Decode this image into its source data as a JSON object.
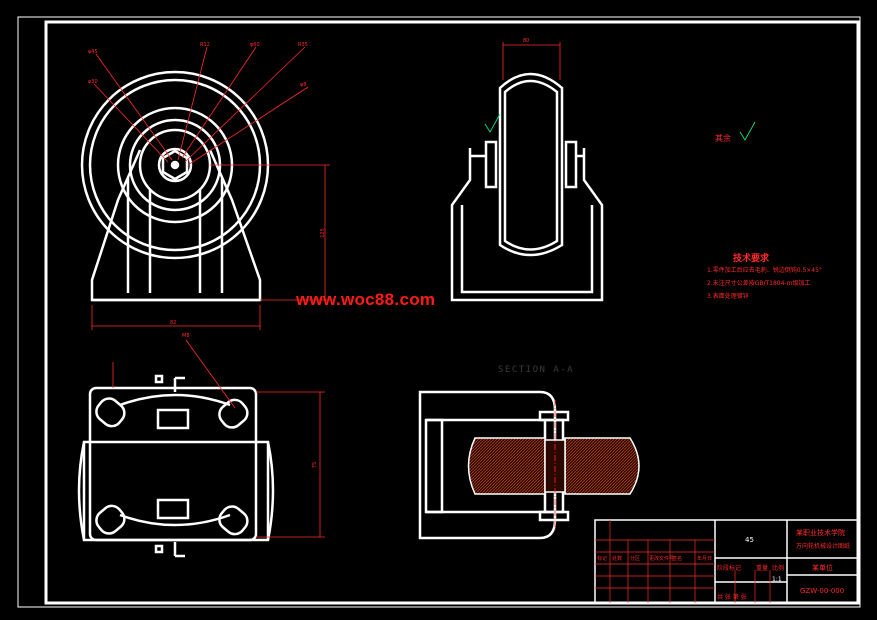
{
  "watermark": "www.woc88.com",
  "section_label": "SECTION A-A",
  "roughness_label": "其余",
  "tech_requirements": {
    "title": "技术要求",
    "lines": [
      "1.零件加工后应去毛刺、锐边倒钝0.5×45°",
      "2.未注尺寸公差按GB/T1804-m级加工",
      "3.表面处理镀锌"
    ]
  },
  "title_block": {
    "material": "45",
    "school": "某职业技术学院",
    "drawing_title": "万向轮机械设计图纸",
    "drawing_no": "GZW-00-000",
    "company": "某单位",
    "row_labels": [
      "标记",
      "处数",
      "分区",
      "更改文件号",
      "签名",
      "年月日"
    ],
    "stage_labels": [
      "阶段标记",
      "重量",
      "比例"
    ],
    "scale": "1:1",
    "sheet": "共 张 第 张"
  },
  "dimensions": {
    "top_width": "80",
    "left_height": "125",
    "left_width": "82",
    "bottom_height": "75",
    "bolt": "M8",
    "callouts": [
      "φ45",
      "φ30",
      "R12",
      "φ60",
      "R35",
      "φ8"
    ]
  },
  "colors": {
    "line": "#ffffff",
    "annotation": "#ff2a2a",
    "hatch": "#b04020",
    "centerline": "#00ff88"
  }
}
